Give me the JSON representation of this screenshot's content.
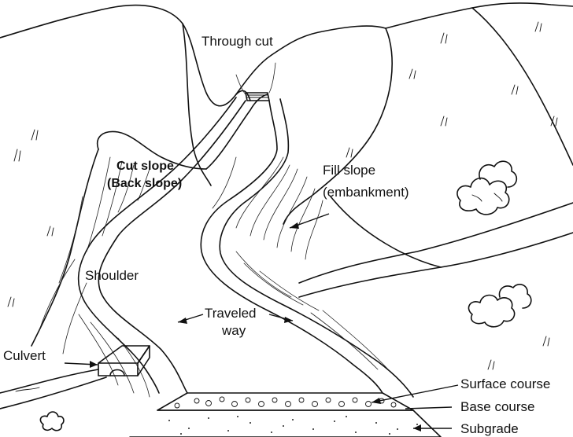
{
  "labels": {
    "through_cut": "Through cut",
    "cut_slope": "Cut slope",
    "back_slope": "(Back slope)",
    "fill_slope": "Fill slope",
    "embankment": "(embankment)",
    "shoulder": "Shoulder",
    "traveled": "Traveled",
    "way": "way",
    "culvert": "Culvert",
    "surface_course": "Surface course",
    "base_course": "Base course",
    "subgrade": "Subgrade"
  }
}
